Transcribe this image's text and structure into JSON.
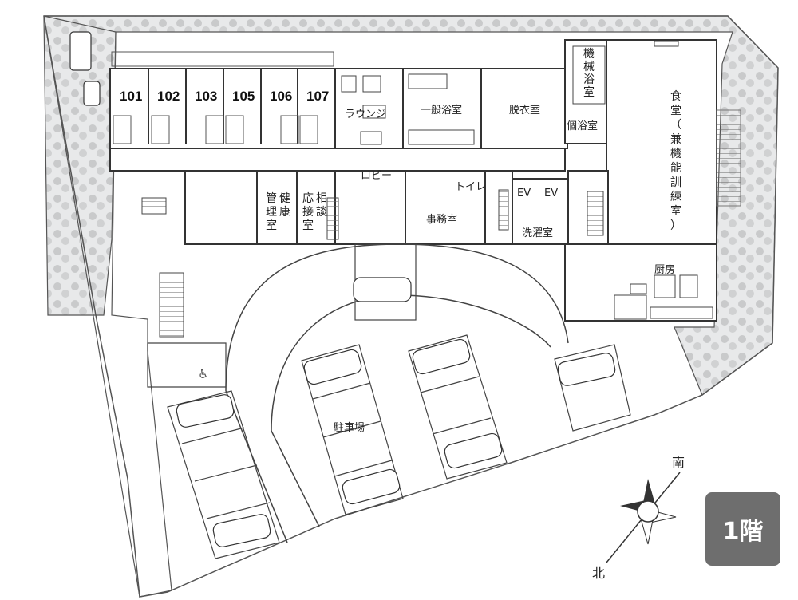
{
  "floor_label": "1階",
  "rooms": {
    "unit_101": "101",
    "unit_102": "102",
    "unit_103": "103",
    "unit_105": "105",
    "unit_106": "106",
    "unit_107": "107",
    "lounge": "ラウンジ",
    "general_bath": "一般浴室",
    "dressing_room": "脱衣室",
    "machine_bath": [
      "機",
      "械",
      "浴",
      "室"
    ],
    "private_bath": "個浴室",
    "dining": [
      "食",
      "堂",
      "（",
      "兼",
      "機",
      "能",
      "訓",
      "練",
      "室",
      "）"
    ],
    "lobby": "ロビー",
    "health_mgmt_col1": [
      "健",
      "康"
    ],
    "health_mgmt_col2": [
      "管",
      "理",
      "室"
    ],
    "consult_col1": [
      "相",
      "談"
    ],
    "consult_col2": [
      "応",
      "接",
      "室"
    ],
    "toilet": "トイレ",
    "office": "事務室",
    "ev1": "EV",
    "ev2": "EV",
    "laundry": "洗濯室",
    "kitchen": "厨房",
    "parking": "駐車場"
  },
  "compass": {
    "south": "南",
    "north": "北"
  },
  "colors": {
    "wall": "#333333",
    "greenery": "#d9dadb",
    "badge": "#6e6e6e"
  }
}
